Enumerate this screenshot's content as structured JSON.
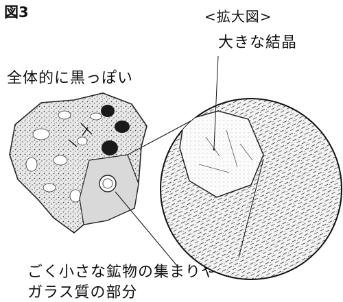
{
  "labels": {
    "figure_title": "図3",
    "enlarged_view": "<拡大図>",
    "large_crystal": "大きな結晶",
    "overall_dark": "全体的に黒っぽい",
    "groundmass_line1": "ごく小さな鉱物の集まりや",
    "groundmass_line2": "ガラス質の部分"
  }
}
